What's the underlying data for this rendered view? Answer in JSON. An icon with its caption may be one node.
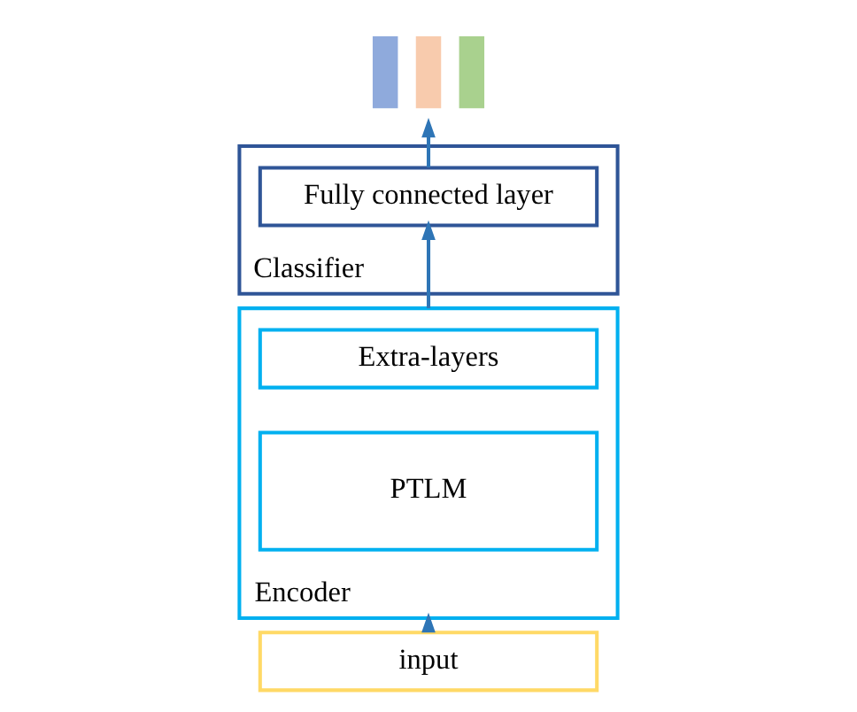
{
  "diagram": {
    "nodes": [
      {
        "text": [],
        "shape": "chart"
      },
      {
        "text": [
          "Classifier"
        ]
      },
      {
        "text": [
          "Fully connected layer"
        ],
        "in": 1
      },
      {
        "text": [
          "Encoder"
        ]
      },
      {
        "text": [
          "Extra-layers"
        ],
        "in": 3
      },
      {
        "text": [
          "PTLM"
        ],
        "in": 3
      },
      {
        "text": [
          "input"
        ]
      }
    ],
    "edges": [
      {
        "from": 6,
        "to": 3,
        "arrow": "to"
      },
      {
        "from": 3,
        "to": 2,
        "arrow": "to"
      },
      {
        "from": 2,
        "to": 0,
        "arrow": "to"
      }
    ]
  }
}
